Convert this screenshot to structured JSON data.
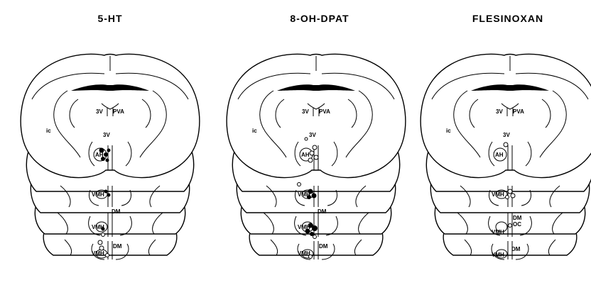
{
  "panels": [
    {
      "title": "5-HT"
    },
    {
      "title": "8-OH-DPAT"
    },
    {
      "title": "FLESINOXAN"
    }
  ],
  "labels": {
    "third_ventricle": "3V",
    "pva": "PVA",
    "ic": "ic",
    "ah": "AH",
    "vmh": "VMH",
    "dm": "DM",
    "oc": "OC"
  }
}
